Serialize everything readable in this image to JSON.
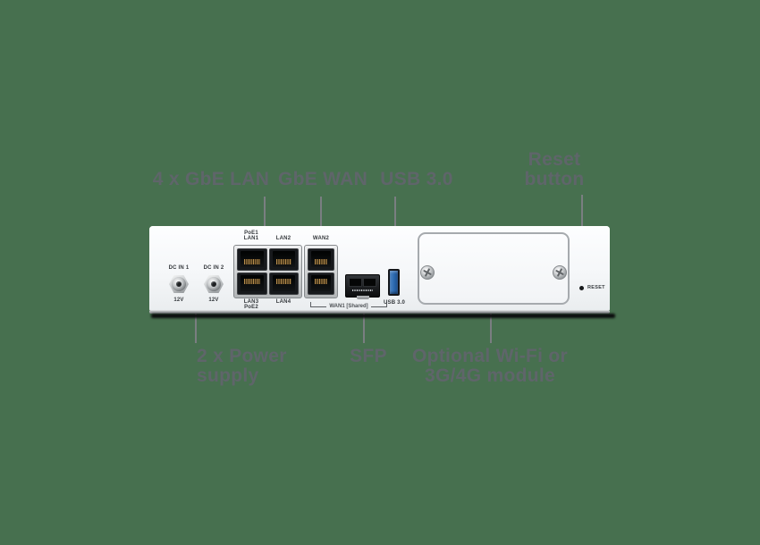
{
  "callouts": {
    "lan": "4 x GbE LAN",
    "wan": "GbE WAN",
    "usb": "USB 3.0",
    "reset_line1": "Reset",
    "reset_line2": "button",
    "power_line1": "2 x Power",
    "power_line2": "supply",
    "sfp": "SFP",
    "module_line1": "Optional Wi-Fi or",
    "module_line2": "3G/4G module"
  },
  "device": {
    "dc_inputs": [
      {
        "label": "DC IN 1",
        "voltage": "12V"
      },
      {
        "label": "DC IN 2",
        "voltage": "12V"
      }
    ],
    "port_labels": {
      "poe1": "PoE1",
      "lan1": "LAN1",
      "lan2": "LAN2",
      "lan3": "LAN3",
      "poe2": "PoE2",
      "lan4": "LAN4",
      "wan2": "WAN2",
      "wan1_shared": "WAN1 [Shared]",
      "usb": "USB 3.0",
      "reset": "RESET"
    }
  },
  "colors": {
    "background": "#47704F",
    "panel_white": "#F5F7F9",
    "callout_text": "#5F656A",
    "leader_line": "#7A7E81",
    "silkscreen_text": "#34383C",
    "usb_blue": "#2A66AB",
    "port_black": "#17191C",
    "pin_gold": "#B68D4E"
  }
}
